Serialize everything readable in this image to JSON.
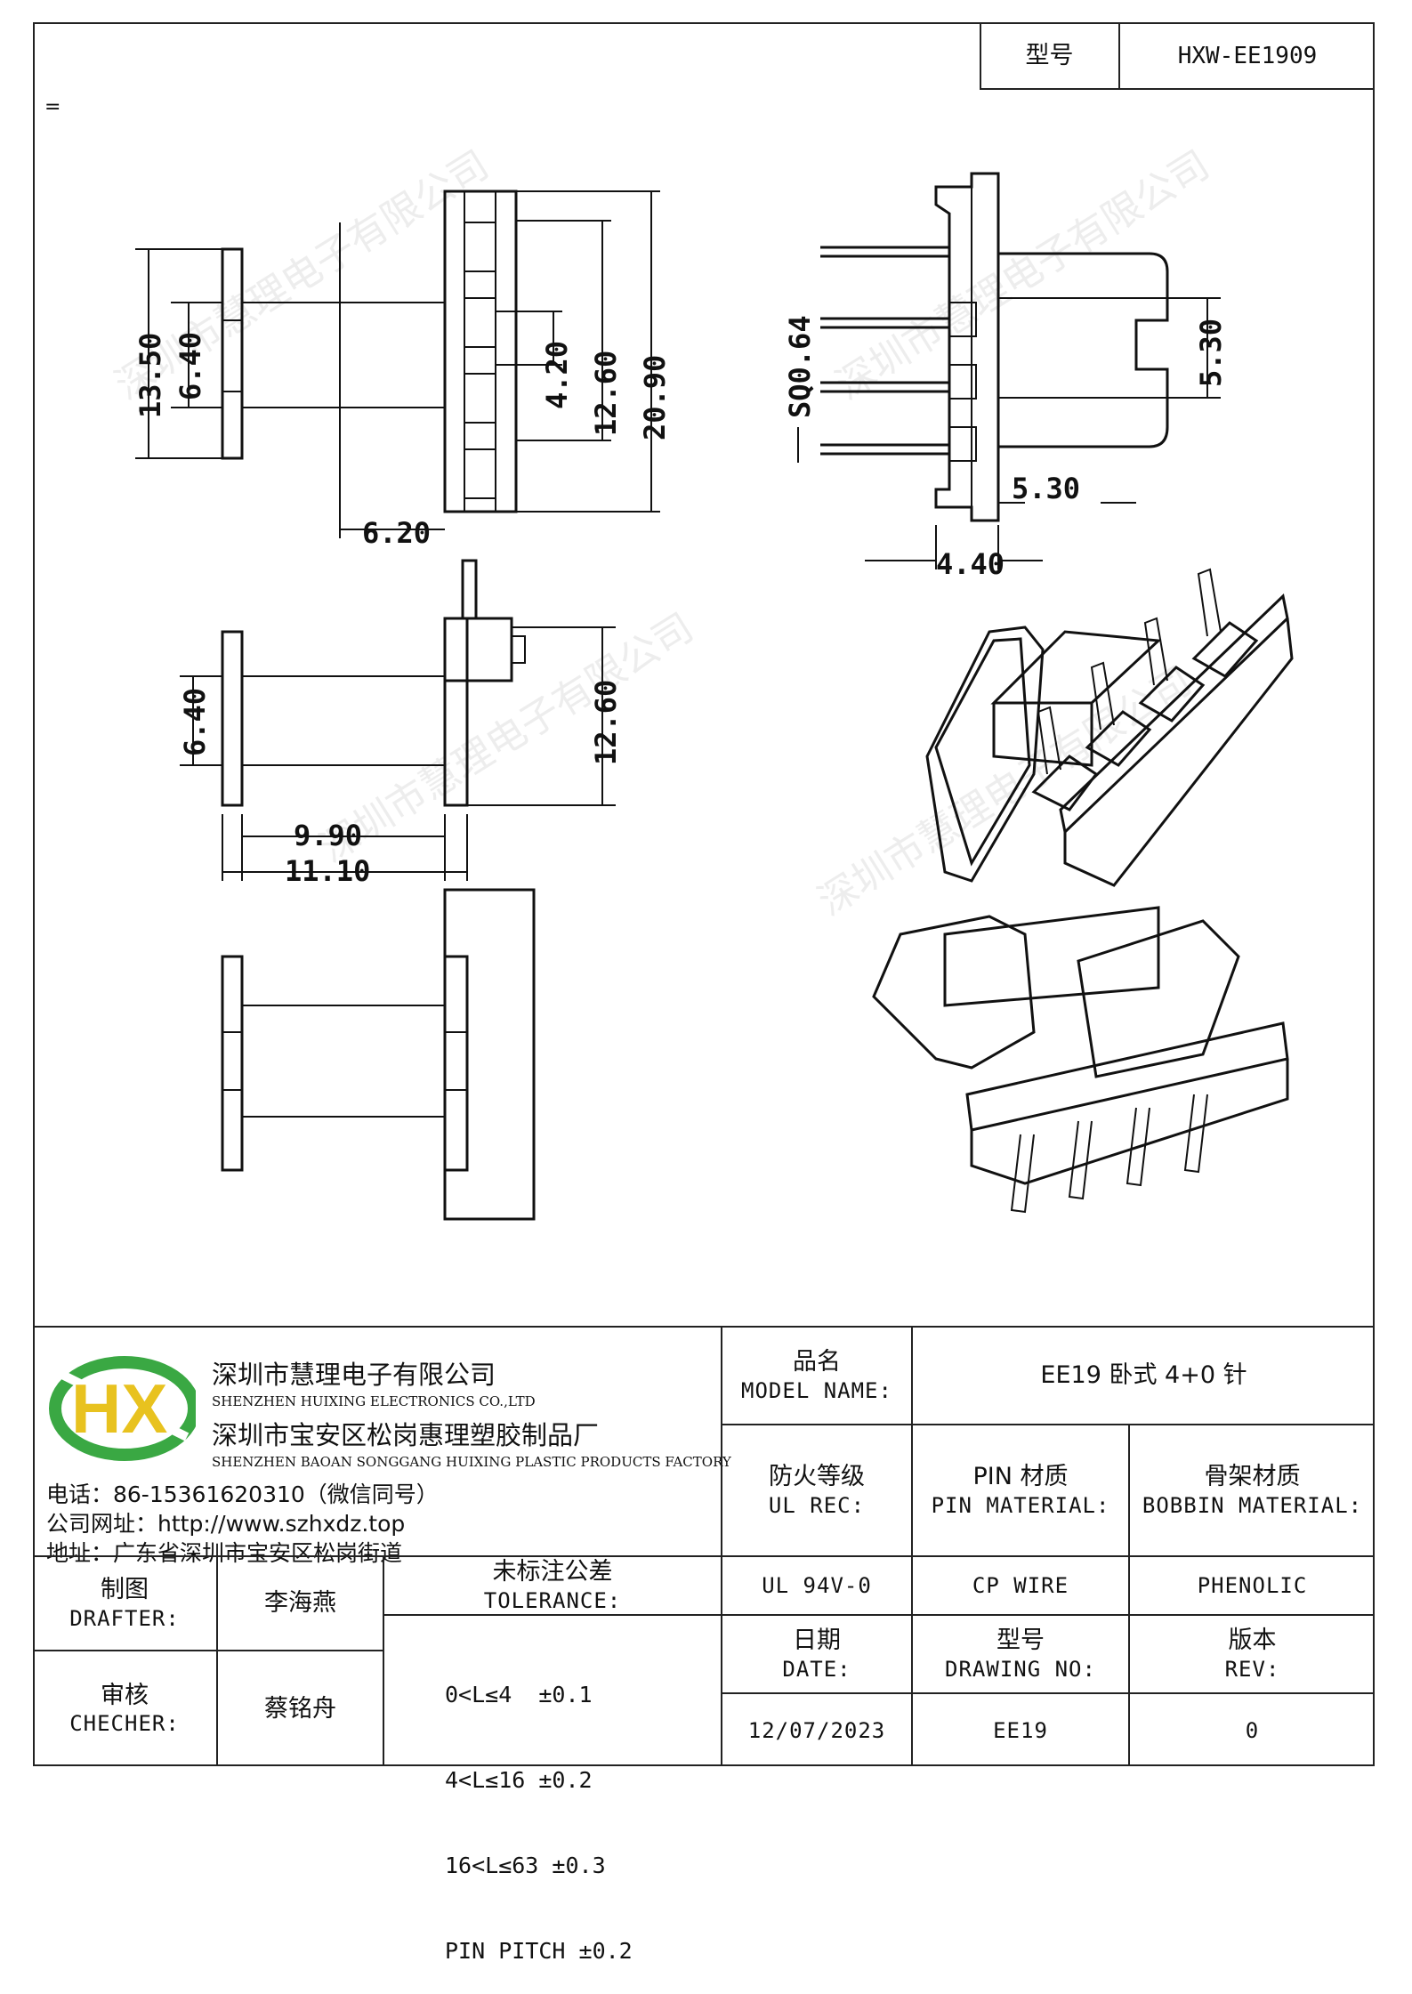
{
  "header": {
    "model_label": "型号",
    "model_value": "HXW-EE1909",
    "note_mark": "="
  },
  "drawing": {
    "dims": {
      "d_13_50": "13.50",
      "d_6_40_top": "6.40",
      "d_4_20": "4.20",
      "d_12_60_top": "12.60",
      "d_20_90": "20.90",
      "d_6_20": "6.20",
      "d_sq064": "SQ0.64",
      "d_5_30_right": "5.30",
      "d_5_30_bottom": "5.30",
      "d_4_40": "4.40",
      "d_6_40_mid": "6.40",
      "d_12_60_mid": "12.60",
      "d_9_90": "9.90",
      "d_11_10": "11.10"
    },
    "watermark": "深圳市慧理电子有限公司"
  },
  "company": {
    "logo_letters": "HX",
    "name_zh": "深圳市慧理电子有限公司",
    "name_en": "SHENZHEN HUIXING ELECTRONICS CO.,LTD",
    "factory_zh": "深圳市宝安区松岗惠理塑胶制品厂",
    "factory_en": "SHENZHEN BAOAN SONGGANG HUIXING PLASTIC PRODUCTS FACTORY",
    "phone": "电话：86-15361620310（微信同号）",
    "website": "公司网址：http://www.szhxdz.top",
    "address": "地址：广东省深圳市宝安区松岗街道"
  },
  "title_block": {
    "model_name_zh": "品名",
    "model_name_en": "MODEL NAME:",
    "model_name_value": "EE19 卧式 4+0 针",
    "ul_zh": "防火等级",
    "ul_en": "UL REC:",
    "pin_zh": "PIN 材质",
    "pin_en": "PIN MATERIAL:",
    "bobbin_zh": "骨架材质",
    "bobbin_en": "BOBBIN MATERIAL:",
    "ul_value": "UL 94V-0",
    "pin_value": "CP WIRE",
    "bobbin_value": "PHENOLIC",
    "drafter_zh": "制图",
    "drafter_en": "DRAFTER:",
    "drafter_name": "李海燕",
    "checker_zh": "审核",
    "checker_en": "CHECHER:",
    "checker_name": "蔡铭舟",
    "tolerance_zh": "未标注公差",
    "tolerance_en": "TOLERANCE:",
    "tolerance_lines": [
      "0<L≤4  ±0.1",
      "4<L≤16 ±0.2",
      "16<L≤63 ±0.3",
      "PIN PITCH ±0.2"
    ],
    "date_zh": "日期",
    "date_en": "DATE:",
    "date_value": "12/07/2023",
    "drawing_no_zh": "型号",
    "drawing_no_en": "DRAWING NO:",
    "drawing_no_value": "EE19",
    "rev_zh": "版本",
    "rev_en": "REV:",
    "rev_value": "0"
  },
  "colors": {
    "logo_green": "#3aa843",
    "logo_yellow": "#e8c21f",
    "line": "#111111"
  }
}
